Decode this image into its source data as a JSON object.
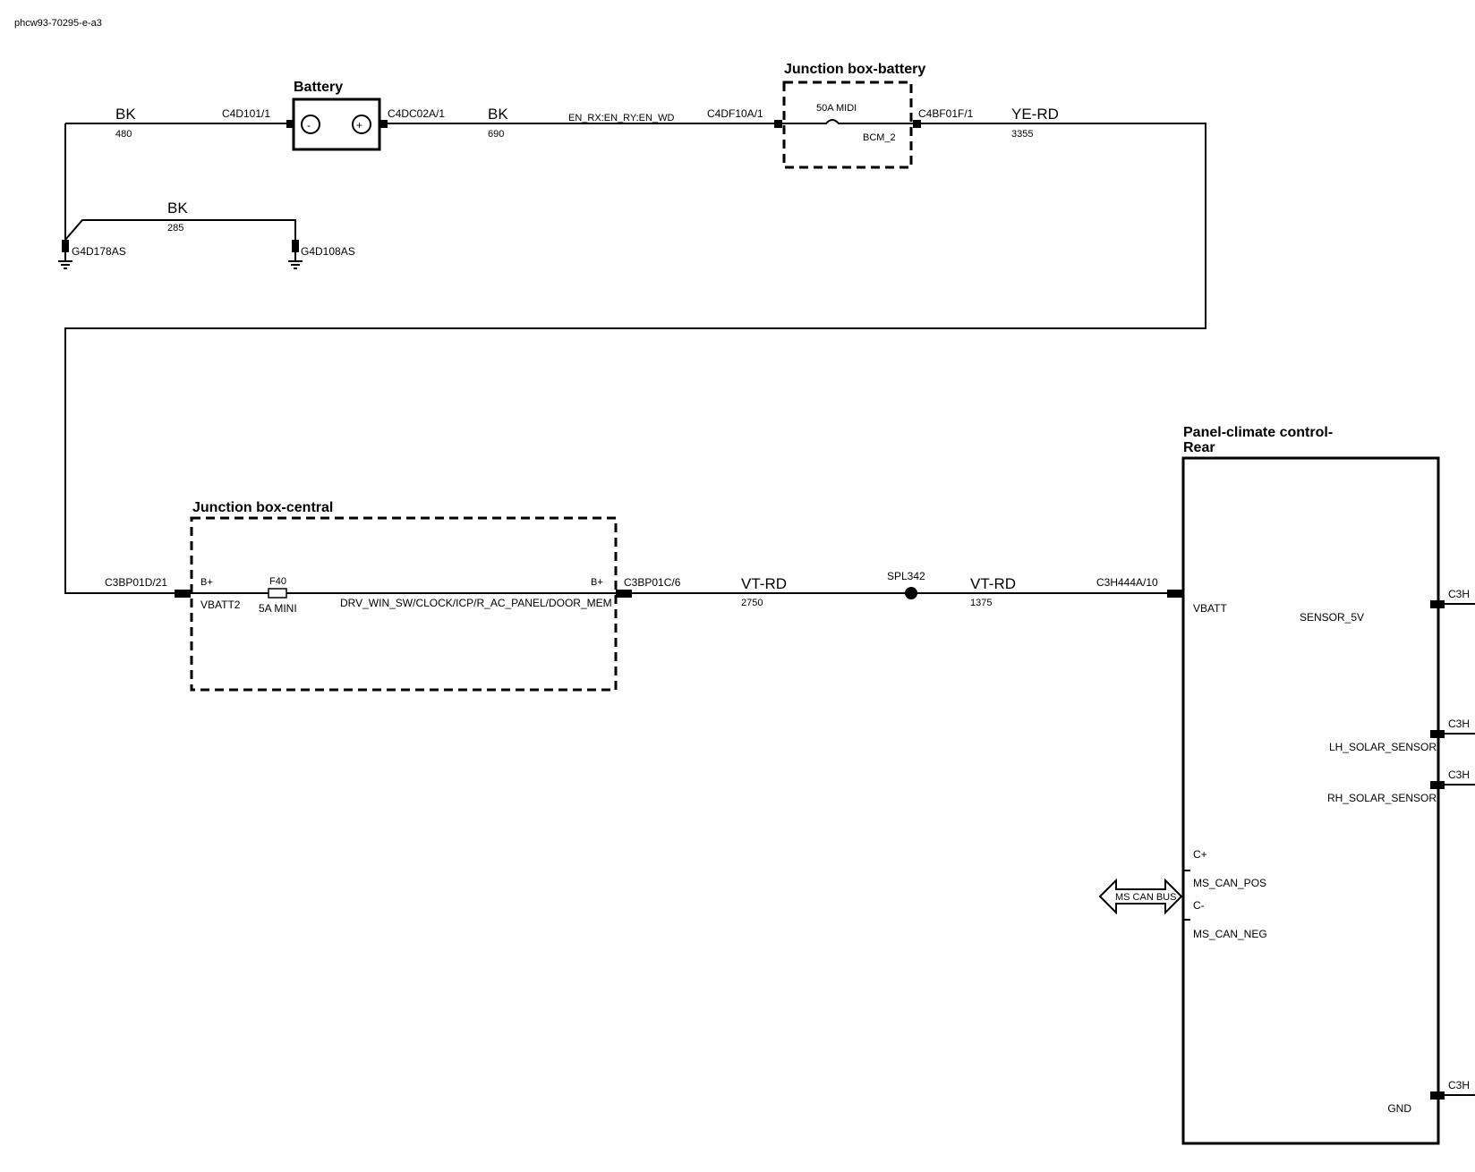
{
  "diagram_ref": "phcw93-70295-e-a3",
  "battery": {
    "title": "Battery",
    "neg_symbol": "-",
    "pos_symbol": "+",
    "conn_neg": "C4D101/1",
    "conn_pos": "C4DC02A/1"
  },
  "wires": {
    "w480": {
      "color": "BK",
      "number": "480"
    },
    "w690": {
      "color": "BK",
      "number": "690"
    },
    "w285": {
      "color": "BK",
      "number": "285"
    },
    "w3355": {
      "color": "YE-RD",
      "number": "3355"
    },
    "w2750": {
      "color": "VT-RD",
      "number": "2750"
    },
    "w1375": {
      "color": "VT-RD",
      "number": "1375"
    }
  },
  "grounds": {
    "g1": "G4D178AS",
    "g2": "G4D108AS"
  },
  "junction_box_battery": {
    "title": "Junction box-battery",
    "fuse_label": "50A MIDI",
    "pin_label": "BCM_2",
    "conn_in": "C4DF10A/1",
    "conn_out": "C4BF01F/1",
    "circuit_label": "EN_RX:EN_RY:EN_WD"
  },
  "junction_box_central": {
    "title": "Junction box-central",
    "conn_in": "C3BP01D/21",
    "conn_out": "C3BP01C/6",
    "bplus_left": "B+",
    "bplus_right": "B+",
    "pin_label": "VBATT2",
    "fuse_name": "F40",
    "fuse_rating": "5A MINI",
    "circuit_label": "DRV_WIN_SW/CLOCK/ICP/R_AC_PANEL/DOOR_MEM"
  },
  "splice": "SPL342",
  "panel": {
    "title_line1": "Panel-climate control-",
    "title_line2": "Rear",
    "conn_vbatt": "C3H444A/10",
    "pin_vbatt": "VBATT",
    "pin_cplus": "C+",
    "pin_can_pos": "MS_CAN_POS",
    "pin_cminus": "C-",
    "pin_can_neg": "MS_CAN_NEG",
    "can_bus_label": "MS CAN BUS",
    "pin_sensor5v": "SENSOR_5V",
    "pin_lh_solar": "LH_SOLAR_SENSOR",
    "pin_rh_solar": "RH_SOLAR_SENSOR",
    "pin_gnd": "GND",
    "right_conn_1": "C3H",
    "right_conn_2": "C3H",
    "right_conn_3": "C3H",
    "right_conn_4": "C3H"
  }
}
